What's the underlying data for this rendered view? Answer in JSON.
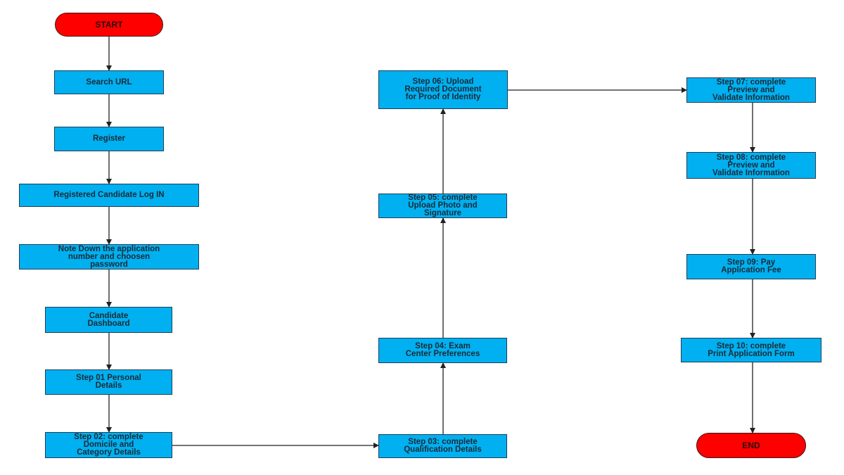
{
  "diagram": {
    "start": "START",
    "end": "END",
    "steps": {
      "search_url": "Search  URL",
      "register": "Register",
      "login": "Registered Candidate Log IN",
      "note_down": "Note Down the application\nnumber and choosen\npassword",
      "dashboard": "Candidate\nDashboard",
      "step01": "Step 01 Personal\nDetails",
      "step02": "Step 02: complete\nDomicile and\nCategory Details",
      "step03": "Step 03: complete\nQualification Details",
      "step04": "Step 04: Exam\nCenter Preferences",
      "step05": "Step 05:  complete\nUpload Photo and\nSignature",
      "step06": "Step 06: Upload\nRequired Document\nfor Proof of Identity",
      "step07": "Step 07:  complete\nPreview and\nValidate Information",
      "step08": "Step 08:  complete\nPreview and\nValidate Information",
      "step09": "Step 09:  Pay\nApplication Fee",
      "step10": "Step 10:  complete\nPrint Application Form"
    },
    "colors": {
      "process": "#00b0f0",
      "terminal": "#ff0000",
      "line": "#222222"
    }
  }
}
